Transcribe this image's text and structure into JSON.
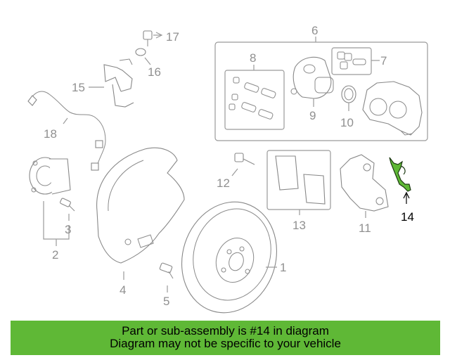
{
  "callouts": {
    "c1": "1",
    "c2": "2",
    "c3": "3",
    "c4": "4",
    "c5": "5",
    "c6": "6",
    "c7": "7",
    "c8": "8",
    "c9": "9",
    "c10": "10",
    "c11": "11",
    "c12": "12",
    "c13": "13",
    "c14": "14",
    "c15": "15",
    "c16": "16",
    "c17": "17",
    "c18": "18"
  },
  "highlight": {
    "part": "14",
    "color": "#5fb836"
  },
  "banner": {
    "line1": "Part or sub-assembly is #14 in diagram",
    "line2": "Diagram may not be specific to your vehicle",
    "background": "#5fb836"
  }
}
